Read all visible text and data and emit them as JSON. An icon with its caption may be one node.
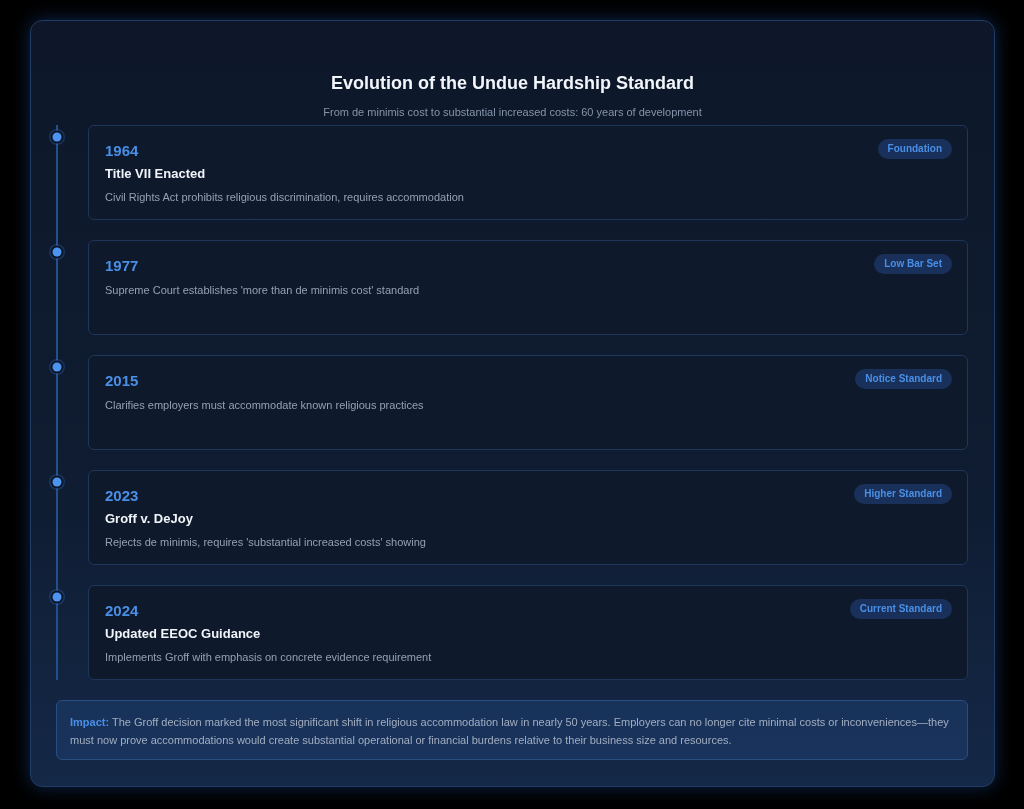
{
  "diagram": {
    "title": "Evolution of the Undue Hardship Standard",
    "nodes": [
      {
        "text": [
          "1964",
          "Title VII Enacted",
          "Civil Rights Act prohibits religious discrimination, requires accommodation"
        ]
      },
      {
        "text": [
          "Foundation"
        ],
        "in": 0
      },
      {
        "text": [
          "1977",
          "Supreme Court establishes 'more than de minimis cost' standard"
        ]
      },
      {
        "text": [
          "Low Bar Set"
        ],
        "in": 2
      },
      {
        "text": [
          "2015",
          "Clarifies employers must accommodate known religious practices"
        ]
      },
      {
        "text": [
          "Notice Standard"
        ],
        "in": 4
      },
      {
        "text": [
          "2023",
          "Groff v. DeJoy",
          "Rejects de minimis, requires 'substantial increased costs' showing"
        ]
      },
      {
        "text": [
          "Higher Standard"
        ],
        "in": 6
      },
      {
        "text": [
          "2024",
          "Updated EEOC Guidance",
          "Implements Groff with emphasis on concrete evidence requirement"
        ]
      },
      {
        "text": [
          "Current Standard"
        ],
        "in": 8
      },
      {
        "text": [
          "**Impact:** The Groff decision marked the most significant shift in religious accommodation law in nearly 50 years. Employers can no longer cite minimal costs or inconveniences—they must now prove accommodations would create substantial operational or financial burdens relative to their business size and resources."
        ]
      }
    ],
    "edges": [],
    "labels": [
      "From de minimis cost to substantial increased costs: 60 years of development"
    ]
  }
}
